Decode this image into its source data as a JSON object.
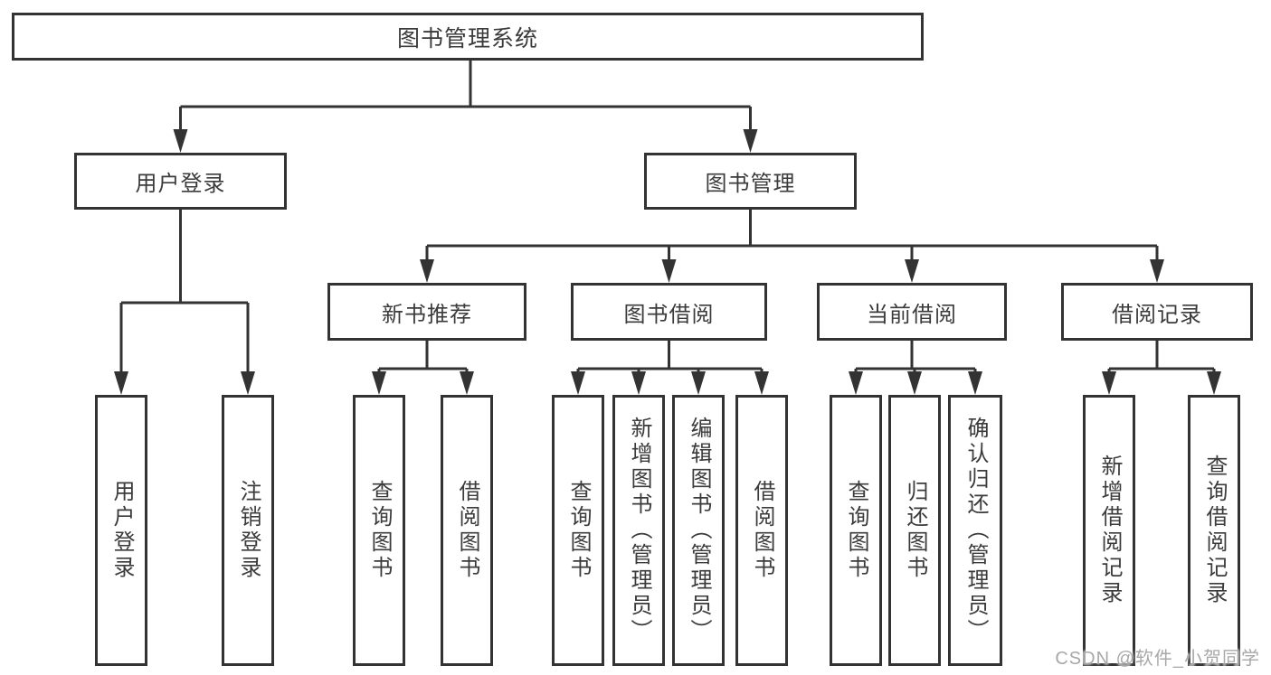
{
  "diagram": {
    "root": {
      "label": "图书管理系统"
    },
    "branches": [
      {
        "label": "用户登录",
        "leaves": [
          "用户登录",
          "注销登录"
        ]
      },
      {
        "label": "图书管理",
        "sections": [
          {
            "label": "新书推荐",
            "leaves": [
              "查询图书",
              "借阅图书"
            ]
          },
          {
            "label": "图书借阅",
            "leaves": [
              "查询图书",
              "新增图书（管理员）",
              "编辑图书（管理员）",
              "借阅图书"
            ]
          },
          {
            "label": "当前借阅",
            "leaves": [
              "查询图书",
              "归还图书",
              "确认归还（管理员）"
            ]
          },
          {
            "label": "借阅记录",
            "leaves": [
              "新增借阅记录",
              "查询借阅记录"
            ]
          }
        ]
      }
    ]
  },
  "watermark": "CSDN @软件_小贺同学",
  "colors": {
    "line": "#333333",
    "text": "#3b3b3b",
    "background": "#ffffff",
    "watermark": "#a3a3a3"
  }
}
